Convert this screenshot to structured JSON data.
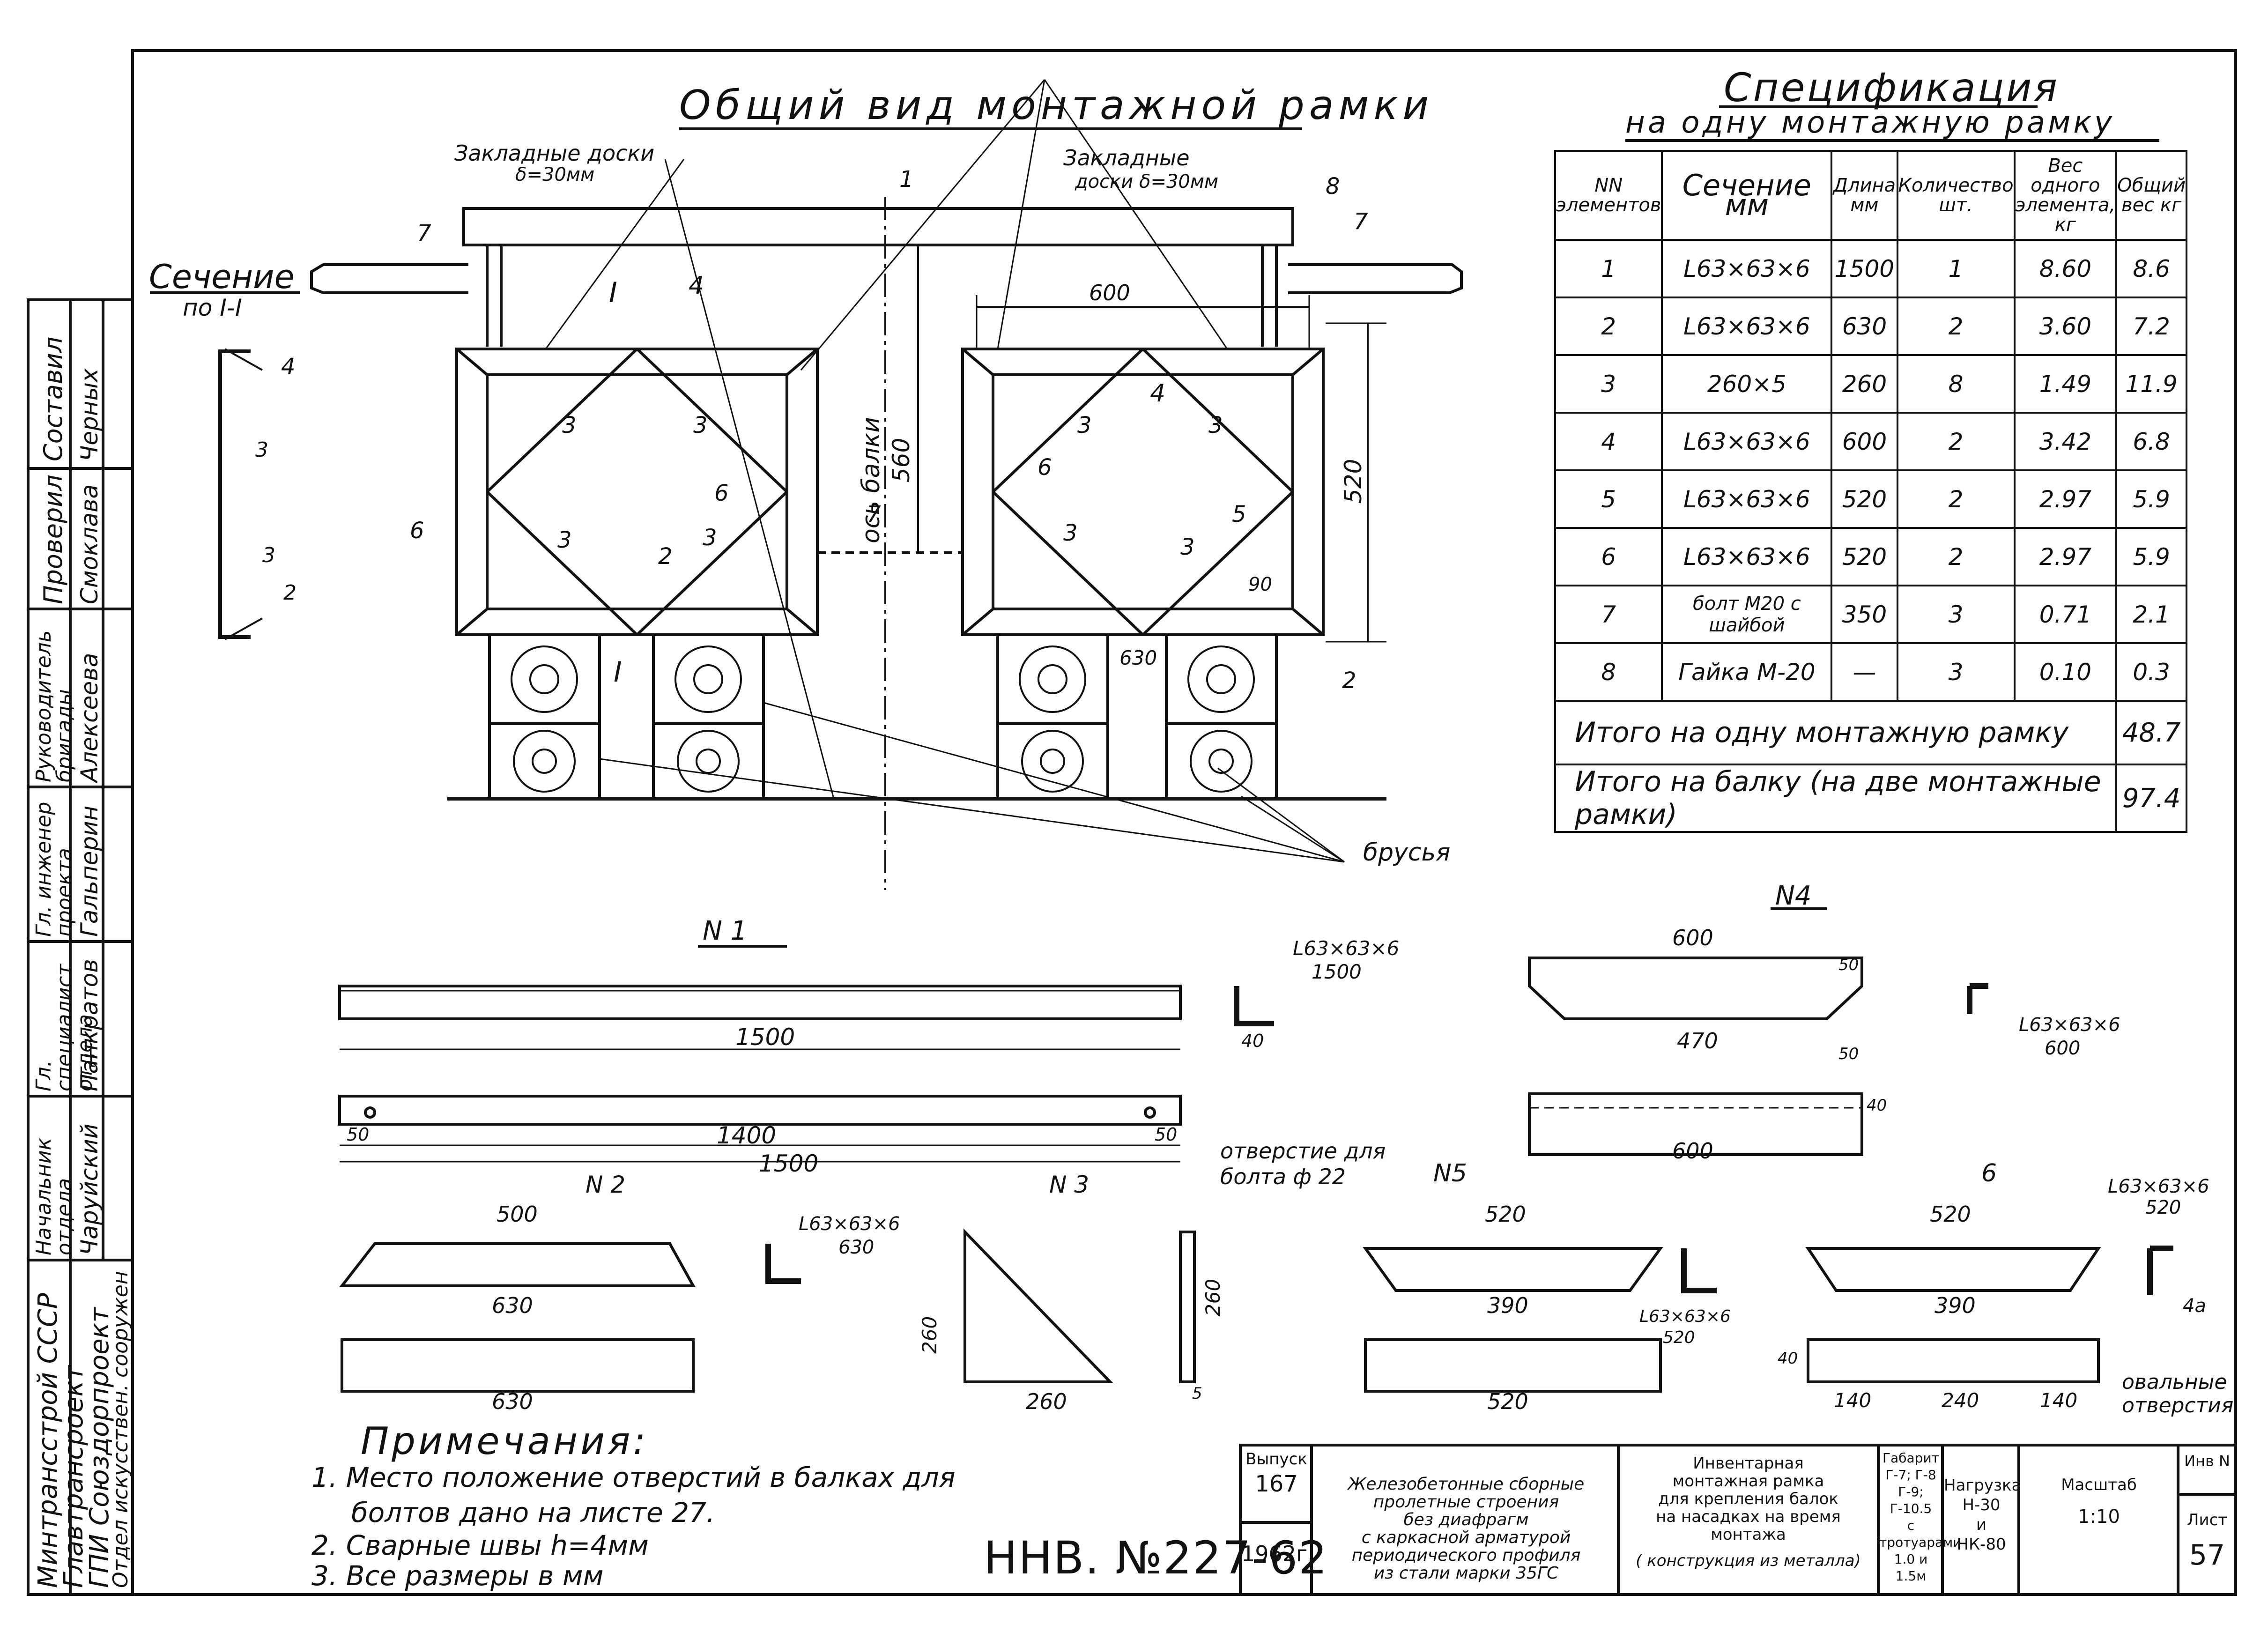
{
  "main_title": "Общий вид монтажной рамки",
  "section_title": "Сечение",
  "section_sub": "по I-I",
  "labels": {
    "zakladnye_left_1": "Закладные доски",
    "zakladnye_left_2": "δ=30мм",
    "zakladnye_right_1": "Закладные",
    "zakladnye_right_2": "доски δ=30мм",
    "axis": "ось балки",
    "dim_560": "560",
    "dim_600_top": "600",
    "dim_520": "520",
    "dim_630": "630",
    "dim_90": "90",
    "bars": "брусья",
    "section_mark": "I",
    "n1": "1",
    "n2": "2",
    "n3": "3",
    "n4": "4",
    "n5": "5",
    "n6": "6",
    "n7": "7",
    "n8": "8"
  },
  "spec": {
    "title": "Спецификация",
    "subtitle": "на одну монтажную рамку",
    "headers": [
      "NN элементов",
      "Сечение мм",
      "Длина мм",
      "Количество шт.",
      "Вес одного элемента, кг",
      "Общий вес кг"
    ],
    "rows": [
      [
        "1",
        "L63×63×6",
        "1500",
        "1",
        "8.60",
        "8.6"
      ],
      [
        "2",
        "L63×63×6",
        "630",
        "2",
        "3.60",
        "7.2"
      ],
      [
        "3",
        "260×5",
        "260",
        "8",
        "1.49",
        "11.9"
      ],
      [
        "4",
        "L63×63×6",
        "600",
        "2",
        "3.42",
        "6.8"
      ],
      [
        "5",
        "L63×63×6",
        "520",
        "2",
        "2.97",
        "5.9"
      ],
      [
        "6",
        "L63×63×6",
        "520",
        "2",
        "2.97",
        "5.9"
      ],
      [
        "7",
        "болт М20 с шайбой",
        "350",
        "3",
        "0.71",
        "2.1"
      ],
      [
        "8",
        "Гайка М-20",
        "—",
        "3",
        "0.10",
        "0.3"
      ]
    ],
    "total_frame_label": "Итого на одну монтажную рамку",
    "total_frame": "48.7",
    "total_beam_label": "Итого на балку (на две монтажные рамки)",
    "total_beam": "97.4"
  },
  "details": {
    "n1_title": "N 1",
    "n1_profile": "L63×63×6",
    "n1_profile_len": "1500",
    "n1_len": "1500",
    "n1_40": "40",
    "n1_hole_span": "1400",
    "n1_50a": "50",
    "n1_50b": "50",
    "n1_total": "1500",
    "hole_note_1": "отверстие для",
    "hole_note_2": "болта ф 22",
    "n2_title": "N 2",
    "n2_top": "500",
    "n2_bottom": "630",
    "n2_profile": "L63×63×6",
    "n2_profile_len": "630",
    "n2_plan": "630",
    "n3_title": "N 3",
    "n3_h": "260",
    "n3_w": "260",
    "n3_side": "260",
    "n3_t": "5",
    "n4_title": "N4",
    "n4_top": "600",
    "n4_bottom": "470",
    "n4_50a": "50",
    "n4_50b": "50",
    "n4_profile": "L63×63×6",
    "n4_profile_len": "600",
    "n4_plan": "600",
    "n4_40": "40",
    "n5_title": "N5",
    "n5_top": "520",
    "n5_bottom": "390",
    "n5_profile": "L63×63×6",
    "n5_profile_len": "520",
    "n5_plan": "520",
    "n6_title": "6",
    "n6_top": "520",
    "n6_bottom": "390",
    "n6_profile": "L63×63×6",
    "n6_profile_len": "520",
    "n6_40": "40",
    "n6_140a": "140",
    "n6_240": "240",
    "n6_140b": "140",
    "oval_1": "овальные",
    "oval_2": "отверстия",
    "n6_4a": "4а"
  },
  "notes": {
    "title": "Примечания:",
    "items": [
      "1. Место положение отверстий в балках для",
      "болтов дано на листе 27.",
      "2. Сварные швы h=4мм",
      "3. Все размеры в мм"
    ]
  },
  "doc_number": "ННВ. №227-62",
  "titleblock": {
    "vypusk_label": "Выпуск",
    "vypusk": "167",
    "year": "1962г.",
    "desc": [
      "Железобетонные сборные",
      "пролетные строения",
      "без диафрагм",
      "с каркасной арматурой",
      "периодического профиля",
      "из стали марки 35ГС"
    ],
    "name": [
      "Инвентарная",
      "монтажная рамка",
      "для крепления балок",
      "на насадках на время",
      "монтажа"
    ],
    "name_note": "( конструкция из металла)",
    "gabarit": [
      "Габарит",
      "Г-7; Г-8",
      "Г-9; Г-10.5",
      "с",
      "тротуарами",
      "1.0 и 1.5м"
    ],
    "load": [
      "Нагрузка",
      "Н-30",
      "и",
      "НК-80"
    ],
    "scale_label": "Масштаб",
    "scale": "1:10",
    "inv_label": "Инв N",
    "sheet_label": "Лист",
    "sheet": "57"
  },
  "left_block": {
    "orgs": [
      "Минтрансстрой СССР",
      "Главтрансроект",
      "ГПИ Союздорпроект",
      "Отдел искусствен. сооружен"
    ],
    "roles": [
      {
        "role": "Составил",
        "name": "Черных"
      },
      {
        "role": "Проверил",
        "name": "Смоклава"
      },
      {
        "role": "Руководитель бригады",
        "name": "Алексеева"
      },
      {
        "role": "Гл. инженер проекта",
        "name": "Гальперин"
      },
      {
        "role": "Гл. специалист отдела",
        "name": "Панкратов"
      },
      {
        "role": "Начальник отдела",
        "name": "Чаруйский"
      }
    ]
  }
}
